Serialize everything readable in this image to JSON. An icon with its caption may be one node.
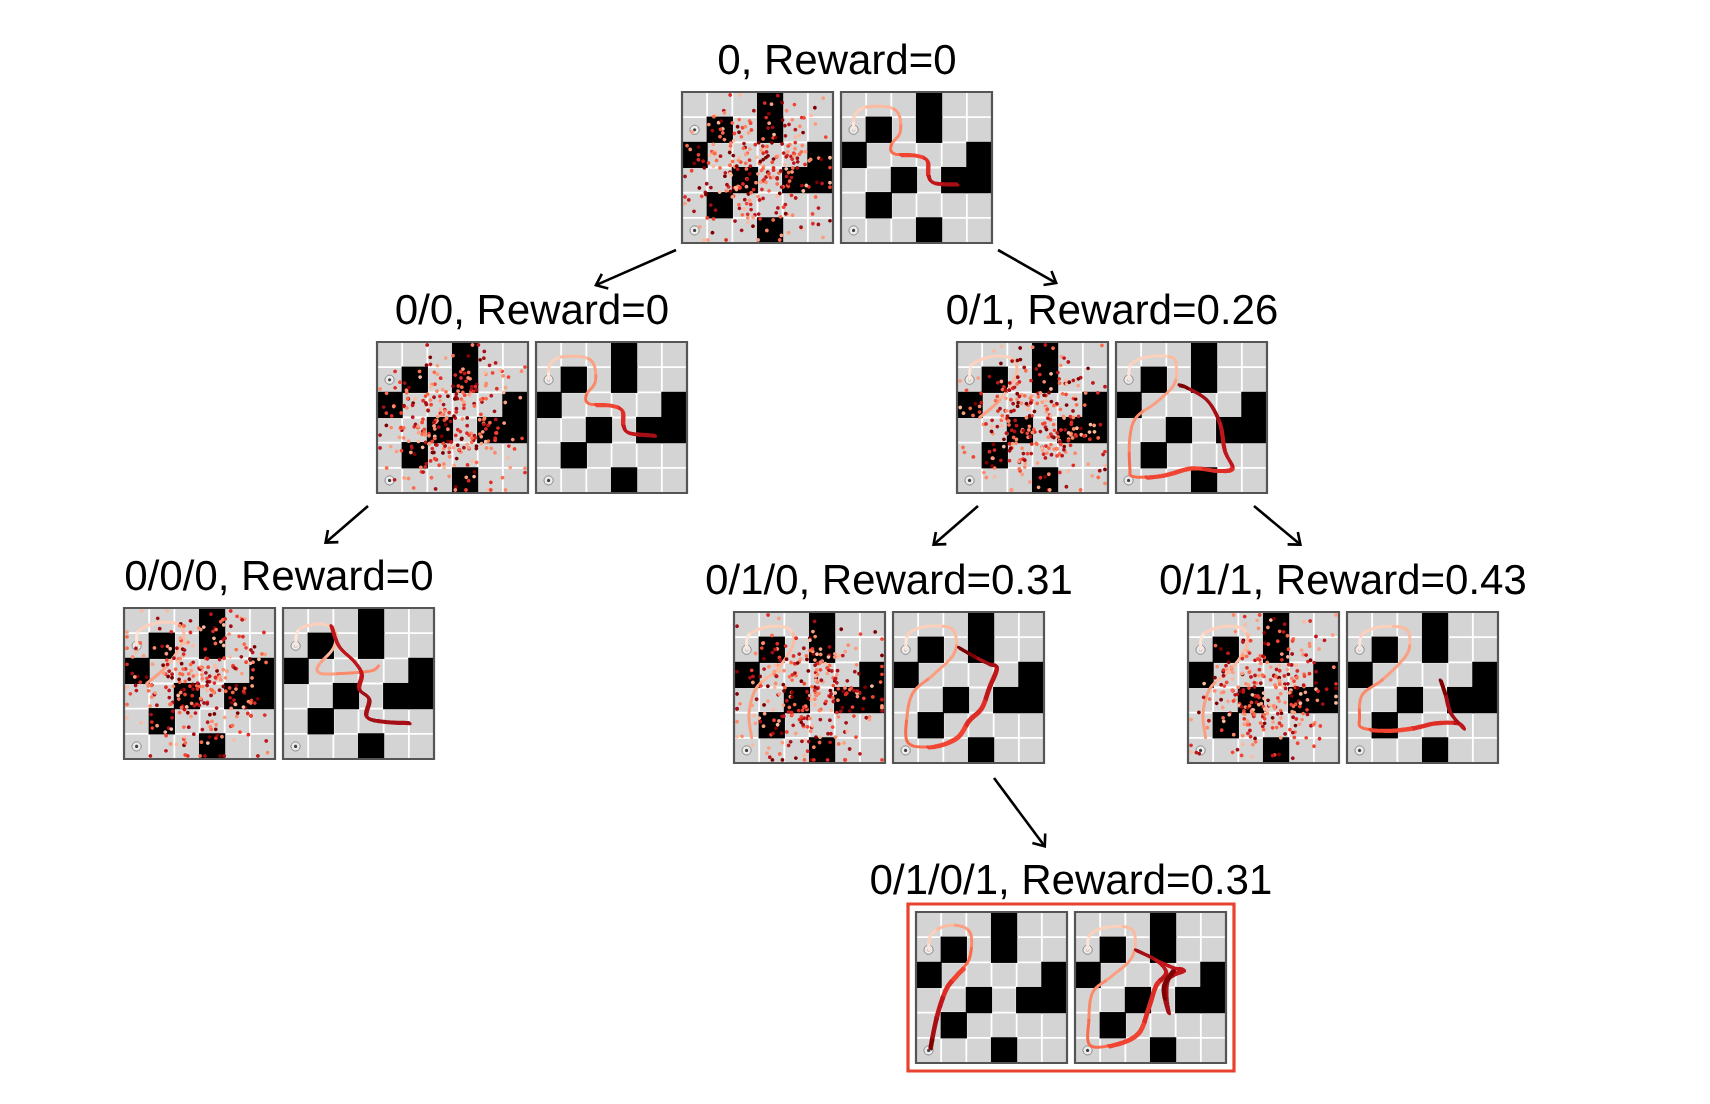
{
  "diagram": {
    "nodes": [
      {
        "text": [
          "0, Reward=0"
        ]
      },
      {
        "text": [
          "0/0, Reward=0"
        ]
      },
      {
        "text": [
          "0/1, Reward=0.26"
        ]
      },
      {
        "text": [
          "0/0/0, Reward=0"
        ]
      },
      {
        "text": [
          "0/1/0, Reward=0.31"
        ]
      },
      {
        "text": [
          "0/1/1, Reward=0.43"
        ]
      },
      {
        "text": [
          "0/1/0/1, Reward=0.31"
        ]
      }
    ],
    "edges": [
      {
        "from": 0,
        "to": 1,
        "arrow": "to"
      },
      {
        "from": 0,
        "to": 2,
        "arrow": "to"
      },
      {
        "from": 1,
        "to": 3,
        "arrow": "to"
      },
      {
        "from": 2,
        "to": 4,
        "arrow": "to"
      },
      {
        "from": 2,
        "to": 5,
        "arrow": "to"
      },
      {
        "from": 4,
        "to": 6,
        "arrow": "to"
      }
    ]
  }
}
